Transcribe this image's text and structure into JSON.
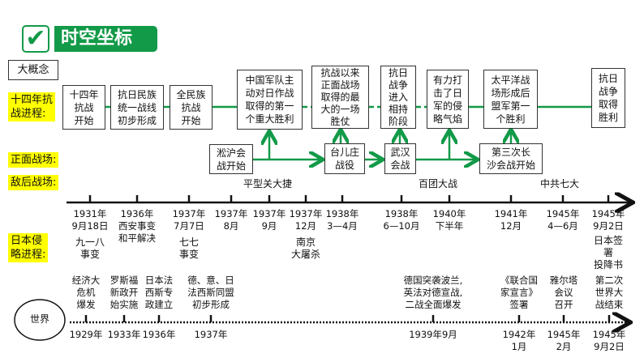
{
  "title": "时空坐标",
  "concept_label": "大概念",
  "row_labels": {
    "progress": "十四年抗\n战进程:",
    "front": "正面战场:",
    "rear": "敌后战场:",
    "japan": "日本侵\n略进程:",
    "world": "世界"
  },
  "progress_boxes": [
    "十四年\n抗战\n开始",
    "抗日民族\n统一战线\n初步形成",
    "全民族\n抗战\n开始",
    "中国军队主\n动对日作战\n取得的第一\n个重大胜利",
    "抗战以来\n正面战场\n取得的最\n大的一场\n胜仗",
    "抗日\n战争\n进入\n相持\n阶段",
    "有力打\n击了日\n军的侵\n略气焰",
    "太平洋战\n场形成后\n盟军第一\n个胜利",
    "抗日\n战争\n取得\n胜利"
  ],
  "front_boxes": [
    "淞沪会\n战开始",
    "台儿庄\n战役",
    "武汉\n会战",
    "第三次长\n沙会战开始"
  ],
  "rear_events": [
    "平型关大捷",
    "百团大战",
    "中共七大"
  ],
  "china_dates": [
    "1931年\n9月18日",
    "1936年\n西安事变\n和平解决",
    "1937年\n7月7日",
    "1937年\n8月",
    "1937年\n9月",
    "1937年\n12月",
    "1938年\n3—4月",
    "1938年\n6—10月",
    "1940年\n下半年",
    "1941年\n12月",
    "1945年\n4—6月",
    "1945年\n9月2日"
  ],
  "japan_events": [
    "九一八\n事变",
    "七七\n事变",
    "南京\n大屠杀",
    "日本签署\n投降书"
  ],
  "world_events": [
    "经济大\n危机\n爆发",
    "罗斯福\n新政开\n始实施",
    "日本法\n西斯专\n政建立",
    "德、意、日\n法西斯同盟\n初步形成",
    "德国突袭波兰,\n英法对德宣战,\n二战全面爆发",
    "《联合国\n家宣言》\n签署",
    "雅尔塔\n会议\n召开",
    "第二次\n世界大\n战结束"
  ],
  "world_dates": [
    "1929年",
    "1933年",
    "1936年",
    "1937年",
    "1939年9月",
    "1942年\n1月",
    "1945年\n2月",
    "1945年\n9月2日"
  ],
  "colors": {
    "green": "#129a48",
    "yellow": "#ffff00"
  }
}
